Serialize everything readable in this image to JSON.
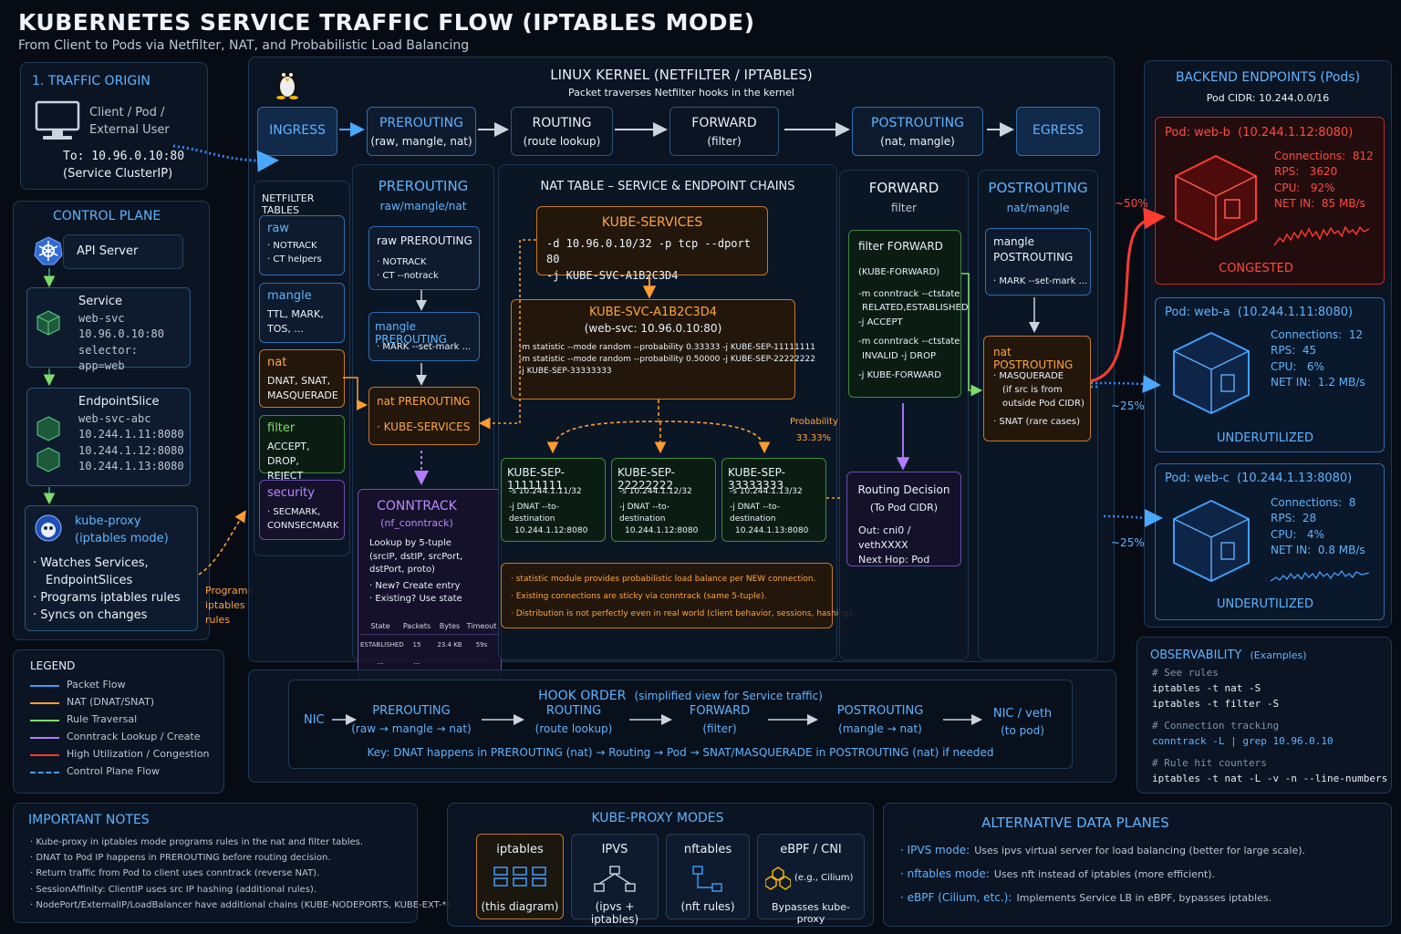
{
  "header": {
    "title": "KUBERNETES SERVICE TRAFFIC FLOW (IPTABLES MODE)",
    "subtitle": "From Client to Pods via Netfilter, NAT, and Probabilistic Load Balancing"
  },
  "origin": {
    "title": "1. TRAFFIC ORIGIN",
    "client": [
      "Client / Pod /",
      "External User"
    ],
    "to": [
      "To: 10.96.0.10:80",
      "(Service ClusterIP)"
    ]
  },
  "control_plane": {
    "title": "CONTROL PLANE",
    "api": "API Server",
    "service": {
      "title": "Service",
      "lines": [
        "web-svc",
        "10.96.0.10:80",
        "selector: app=web"
      ]
    },
    "endpointslice": {
      "title": "EndpointSlice",
      "lines": [
        "web-svc-abc",
        "10.244.1.11:8080",
        "10.244.1.12:8080",
        "10.244.1.13:8080"
      ]
    },
    "kubeproxy": {
      "title": "kube-proxy",
      "mode": "(iptables mode)",
      "bullets": [
        "· Watches Services,",
        "EndpointSlices",
        "· Programs iptables rules",
        "· Syncs on changes"
      ]
    },
    "programs": [
      "Programs",
      "iptables",
      "rules"
    ]
  },
  "legend": {
    "title": "LEGEND",
    "items": [
      {
        "label": "Packet Flow",
        "color": "#3f9dff",
        "dashed": false
      },
      {
        "label": "NAT (DNAT/SNAT)",
        "color": "#ff9d2e",
        "dashed": false
      },
      {
        "label": "Rule Traversal",
        "color": "#7ddc6a",
        "dashed": false
      },
      {
        "label": "Conntrack Lookup / Create",
        "color": "#b37bff",
        "dashed": false
      },
      {
        "label": "High Utilization / Congestion",
        "color": "#ff3b30",
        "dashed": false
      },
      {
        "label": "Control Plane Flow",
        "color": "#3f9dff",
        "dashed": true
      }
    ]
  },
  "kernel": {
    "title": "LINUX KERNEL (NETFILTER / IPTABLES)",
    "subtitle": "Packet traverses Netfilter hooks in the kernel",
    "pipeline": [
      {
        "name": "INGRESS",
        "sub": ""
      },
      {
        "name": "PREROUTING",
        "sub": "(raw, mangle, nat)"
      },
      {
        "name": "ROUTING",
        "sub": "(route lookup)"
      },
      {
        "name": "FORWARD",
        "sub": "(filter)"
      },
      {
        "name": "POSTROUTING",
        "sub": "(nat, mangle)"
      },
      {
        "name": "EGRESS",
        "sub": ""
      }
    ]
  },
  "netfilter_tables": {
    "title": "NETFILTER TABLES",
    "tables": [
      {
        "name": "raw",
        "lines": [
          "· NOTRACK",
          "· CT helpers"
        ]
      },
      {
        "name": "mangle",
        "lines": [
          "TTL, MARK,",
          "TOS, ..."
        ]
      },
      {
        "name": "nat",
        "lines": [
          "DNAT, SNAT,",
          "MASQUERADE"
        ]
      },
      {
        "name": "filter",
        "lines": [
          "ACCEPT, DROP,",
          "REJECT"
        ]
      },
      {
        "name": "security",
        "lines": [
          "· SECMARK,",
          "CONNSECMARK"
        ]
      }
    ]
  },
  "prerouting": {
    "title": "PREROUTING",
    "sub": "raw/mangle/nat",
    "raw": {
      "title": "raw  PREROUTING",
      "lines": [
        "· NOTRACK",
        "· CT --notrack"
      ]
    },
    "mangle": {
      "title": "mangle PREROUTING",
      "lines": [
        "· MARK --set-mark ..."
      ]
    },
    "nat": {
      "title": "nat  PREROUTING",
      "lines": [
        "· KUBE-SERVICES"
      ]
    }
  },
  "conntrack": {
    "title": "CONNTRACK",
    "sub": "(nf_conntrack)",
    "lines": [
      "Lookup by 5-tuple",
      "(srcIP, dstIP, srcPort,",
      "dstPort, proto)",
      "· New? Create entry",
      "· Existing? Use state"
    ],
    "table": {
      "headers": [
        "State",
        "Packets",
        "Bytes",
        "Timeout"
      ],
      "rows": [
        [
          "ESTABLISHED",
          "15",
          "23.4 KB",
          "59s"
        ],
        [
          "...",
          "...",
          "",
          ""
        ]
      ]
    }
  },
  "nat_table": {
    "title": "NAT TABLE – SERVICE & ENDPOINT CHAINS",
    "kube_services": {
      "title": "KUBE-SERVICES",
      "lines": [
        "-d 10.96.0.10/32 -p tcp --dport 80",
        "-j  KUBE-SVC-A1B2C3D4"
      ]
    },
    "kube_svc": {
      "title": "KUBE-SVC-A1B2C3D4",
      "sub": "(web-svc: 10.96.0.10:80)",
      "lines": [
        "-m statistic --mode random --probability 0.33333 -j KUBE-SEP-11111111",
        "-m statistic --mode random --probability 0.50000 -j KUBE-SEP-22222222",
        "-j KUBE-SEP-33333333"
      ]
    },
    "probability": [
      "Probability",
      "33.33%"
    ],
    "seps": [
      {
        "title": "KUBE-SEP-11111111",
        "lines": [
          "-s 10.244.1.11/32",
          "-j DNAT --to-destination",
          "10.244.1.12:8080"
        ]
      },
      {
        "title": "KUBE-SEP-22222222",
        "lines": [
          "-s 10.244.1.12/32",
          "-j DNAT --to-destination",
          "10.244.1.12:8080"
        ]
      },
      {
        "title": "KUBE-SEP-33333333",
        "lines": [
          "-s 10.244.1.13/32",
          "-j DNAT --to-destination",
          "10.244.1.13:8080"
        ]
      }
    ],
    "notes": [
      "· statistic module provides probabilistic load balance per NEW connection.",
      "· Existing connections are sticky via conntrack (same 5-tuple).",
      "· Distribution is not perfectly even in real world (client behavior, sessions, hashing)."
    ]
  },
  "forward": {
    "title": "FORWARD",
    "sub": "filter",
    "filter_title": "filter FORWARD",
    "lines": [
      "(KUBE-FORWARD)",
      "-m conntrack --ctstate",
      "RELATED,ESTABLISHED",
      "-j ACCEPT",
      "-m conntrack --ctstate",
      "INVALID -j DROP",
      "-j KUBE-FORWARD"
    ],
    "routing": {
      "title": "Routing Decision",
      "sub": "(To Pod CIDR)",
      "lines": [
        "Out: cni0 / vethXXXX",
        "Next Hop: Pod"
      ]
    }
  },
  "postrouting": {
    "title": "POSTROUTING",
    "sub": "nat/mangle",
    "mangle": {
      "title": [
        "mangle",
        "POSTROUTING"
      ],
      "lines": [
        "· MARK --set-mark ..."
      ]
    },
    "nat": {
      "title": "nat  POSTROUTING",
      "lines": [
        "· MASQUERADE",
        "(if src is from",
        "outside Pod CIDR)",
        "· SNAT (rare cases)"
      ]
    }
  },
  "backend": {
    "title": "BACKEND ENDPOINTS (Pods)",
    "cidr": "Pod CIDR: 10.244.0.0/16",
    "pods": [
      {
        "name": "Pod: web-b  (10.244.1.12:8080)",
        "connections": "Connections:  812",
        "rps": "RPS:   3620",
        "cpu": "CPU:   92%",
        "net": "NET IN:  85 MB/s",
        "status": "CONGESTED",
        "share": "~50%",
        "color": "#ff3b30"
      },
      {
        "name": "Pod: web-a  (10.244.1.11:8080)",
        "connections": "Connections:  12",
        "rps": "RPS:  45",
        "cpu": "CPU:   6%",
        "net": "NET IN:  1.2 MB/s",
        "status": "UNDERUTILIZED",
        "share": "~25%",
        "color": "#3f9dff"
      },
      {
        "name": "Pod: web-c  (10.244.1.13:8080)",
        "connections": "Connections:  8",
        "rps": "RPS:  28",
        "cpu": "CPU:   4%",
        "net": "NET IN:  0.8 MB/s",
        "status": "UNDERUTILIZED",
        "share": "~25%",
        "color": "#3f9dff"
      }
    ]
  },
  "observability": {
    "title": "OBSERVABILITY",
    "title_sub": "(Examples)",
    "lines": [
      {
        "t": "# See rules",
        "c": true
      },
      {
        "t": "iptables -t nat -S",
        "c": false
      },
      {
        "t": "iptables -t filter -S",
        "c": false
      },
      {
        "t": "# Connection tracking",
        "c": true
      },
      {
        "t": "conntrack -L | grep 10.96.0.10",
        "c": false
      },
      {
        "t": "# Rule hit counters",
        "c": true
      },
      {
        "t": "iptables -t nat -L -v -n --line-numbers",
        "c": false
      }
    ]
  },
  "hook_order": {
    "title": "HOOK ORDER",
    "title_sub": "(simplified view for Service traffic)",
    "steps": [
      {
        "name": "NIC",
        "sub": ""
      },
      {
        "name": "PREROUTING",
        "sub": "(raw → mangle → nat)"
      },
      {
        "name": "ROUTING",
        "sub": "(route lookup)"
      },
      {
        "name": "FORWARD",
        "sub": "(filter)"
      },
      {
        "name": "POSTROUTING",
        "sub": "(mangle → nat)"
      },
      {
        "name": "NIC / veth",
        "sub": "(to pod)"
      }
    ],
    "key": "Key: DNAT happens in PREROUTING (nat) → Routing → Pod → SNAT/MASQUERADE in POSTROUTING (nat) if needed"
  },
  "important_notes": {
    "title": "IMPORTANT NOTES",
    "lines": [
      "· Kube-proxy in iptables mode programs rules in the nat and filter tables.",
      "· DNAT to Pod IP happens in PREROUTING before routing decision.",
      "· Return traffic from Pod to client uses conntrack (reverse NAT).",
      "· SessionAffinity: ClientIP uses src IP hashing (additional rules).",
      "· NodePort/ExternalIP/LoadBalancer have additional chains (KUBE-NODEPORTS, KUBE-EXT-*)."
    ]
  },
  "modes": {
    "title": "KUBE-PROXY MODES",
    "items": [
      {
        "name": "iptables",
        "sub": "(this diagram)",
        "extra": ""
      },
      {
        "name": "IPVS",
        "sub": "(ipvs + iptables)",
        "extra": ""
      },
      {
        "name": "nftables",
        "sub": "(nft rules)",
        "extra": ""
      },
      {
        "name": "eBPF / CNI",
        "sub": "Bypasses kube-proxy",
        "extra": "(e.g., Cilium)"
      }
    ]
  },
  "alternatives": {
    "title": "ALTERNATIVE DATA PLANES",
    "items": [
      {
        "k": "· IPVS mode:",
        "v": "Uses ipvs virtual server for load balancing (better for large scale)."
      },
      {
        "k": "· nftables mode:",
        "v": "Uses nft instead of iptables (more efficient)."
      },
      {
        "k": "· eBPF (Cilium, etc.):",
        "v": "Implements Service LB in eBPF, bypasses iptables."
      }
    ]
  }
}
